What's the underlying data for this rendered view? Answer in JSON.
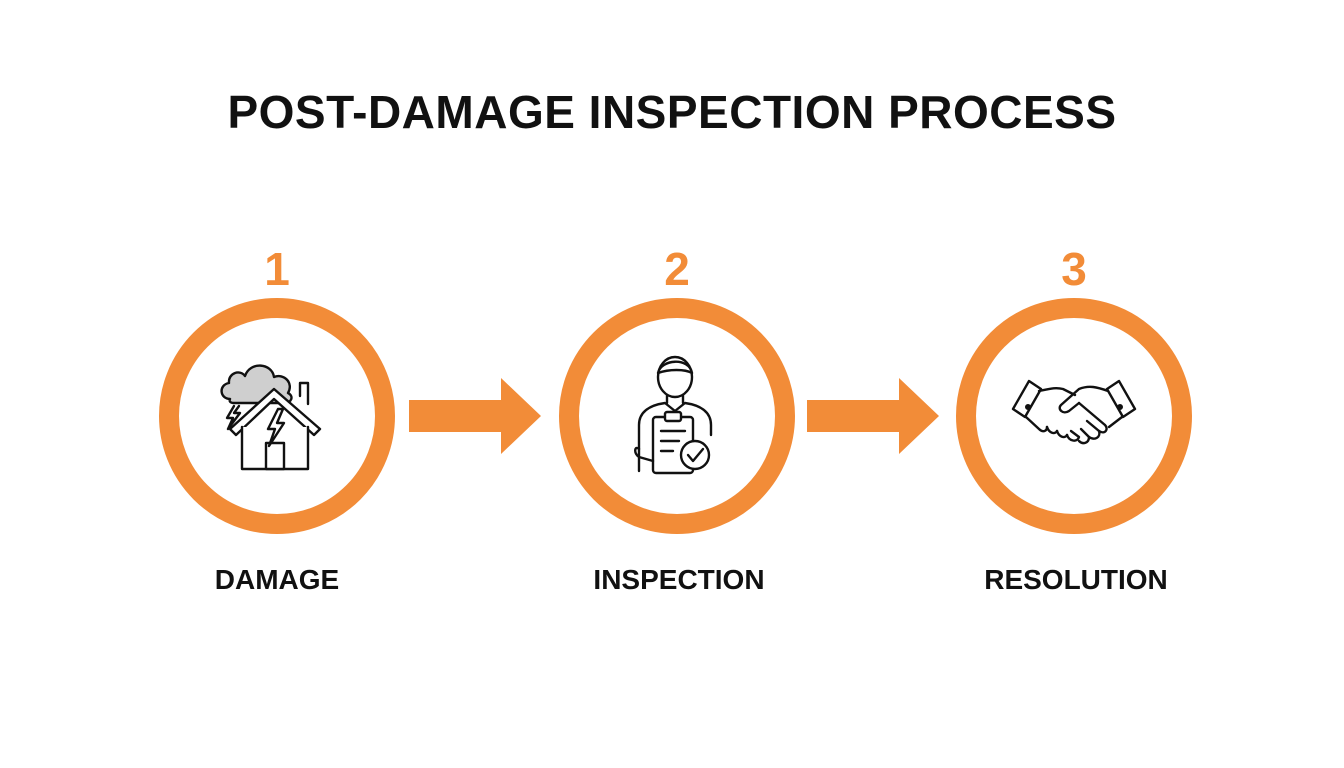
{
  "title": "POST-DAMAGE INSPECTION PROCESS",
  "colors": {
    "accent": "#f28c38",
    "text": "#111111",
    "background": "#ffffff"
  },
  "steps": [
    {
      "number": "1",
      "label": "DAMAGE",
      "icon": "storm-house-icon"
    },
    {
      "number": "2",
      "label": "INSPECTION",
      "icon": "inspector-clipboard-icon"
    },
    {
      "number": "3",
      "label": "RESOLUTION",
      "icon": "handshake-icon"
    }
  ],
  "connectors": [
    {
      "from": "1",
      "to": "2",
      "icon": "arrow-right-icon"
    },
    {
      "from": "2",
      "to": "3",
      "icon": "arrow-right-icon"
    }
  ]
}
